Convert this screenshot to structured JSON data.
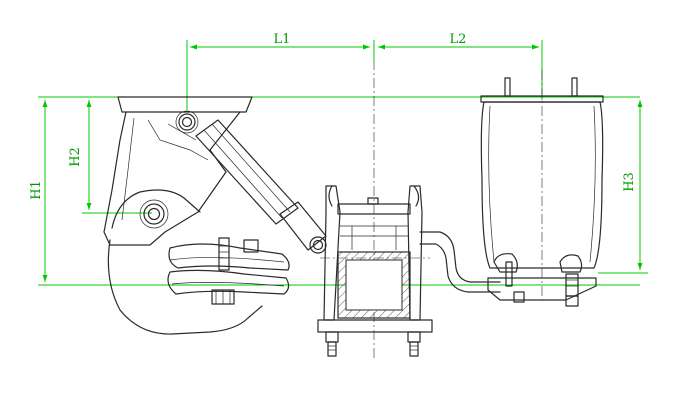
{
  "diagram": {
    "dimension_labels": {
      "l1": "L1",
      "l2": "L2",
      "h1": "H1",
      "h2": "H2",
      "h3": "H3"
    },
    "colors": {
      "dimension": "#00c800",
      "ink": "#2a2a2a",
      "background": "#ffffff"
    }
  }
}
